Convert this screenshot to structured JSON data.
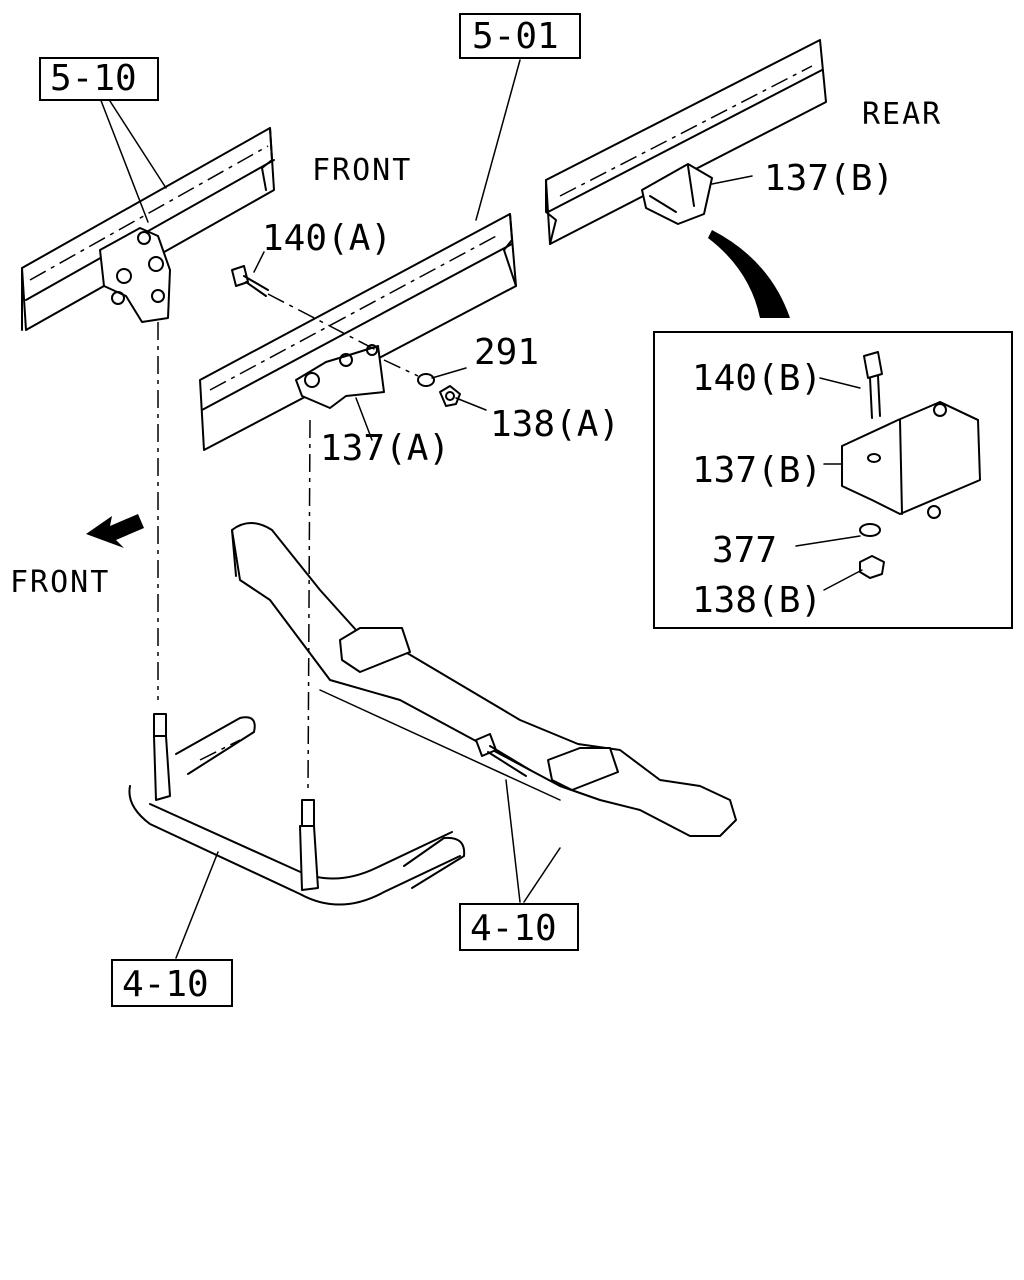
{
  "labels": {
    "ref_5_10": "5-10",
    "ref_5_01": "5-01",
    "ref_4_10_left": "4-10",
    "ref_4_10_right": "4-10",
    "front_top": "FRONT",
    "front_left": "FRONT",
    "rear": "REAR",
    "part_140a": "140(A)",
    "part_291": "291",
    "part_138a": "138(A)",
    "part_137a": "137(A)",
    "part_137b_main": "137(B)",
    "detail_140b": "140(B)",
    "detail_137b": "137(B)",
    "detail_377": "377",
    "detail_138b": "138(B)"
  },
  "icons": {
    "front_arrow": "arrow-left-down-icon",
    "curved_pointer": "curved-arrow-icon"
  }
}
